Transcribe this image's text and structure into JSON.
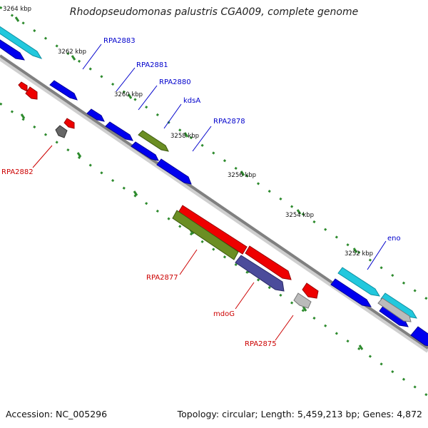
{
  "title": "Rhodopseudomonas palustris CGA009, complete genome",
  "footer": {
    "accession": "Accession: NC_005296",
    "topology": "Topology: circular; Length: 5,459,213 bp; Genes: 4,872"
  },
  "colors": {
    "backbone": "#808080",
    "tick": "#2e8b2e",
    "forward_label": "#0000cc",
    "reverse_label": "#cc0000",
    "blue_gene": "#0000ee",
    "cyan_gene": "#22c8dd",
    "green_gene": "#6b8e23",
    "red_gene": "#ee0000",
    "purple_gene": "#4b4b9b",
    "grey_gene": "#bbbbbb",
    "dark_grey_gene": "#666666"
  },
  "kbp_labels": [
    "3264 kbp",
    "3262 kbp",
    "3260 kbp",
    "3258 kbp",
    "3256 kbp",
    "3254 kbp",
    "3252 kbp"
  ],
  "forward_labels": [
    "RPA2883",
    "RPA2881",
    "RPA2880",
    "kdsA",
    "RPA2878",
    "eno"
  ],
  "reverse_labels": [
    "RPA2882",
    "RPA2877",
    "mdoG",
    "RPA2875"
  ]
}
